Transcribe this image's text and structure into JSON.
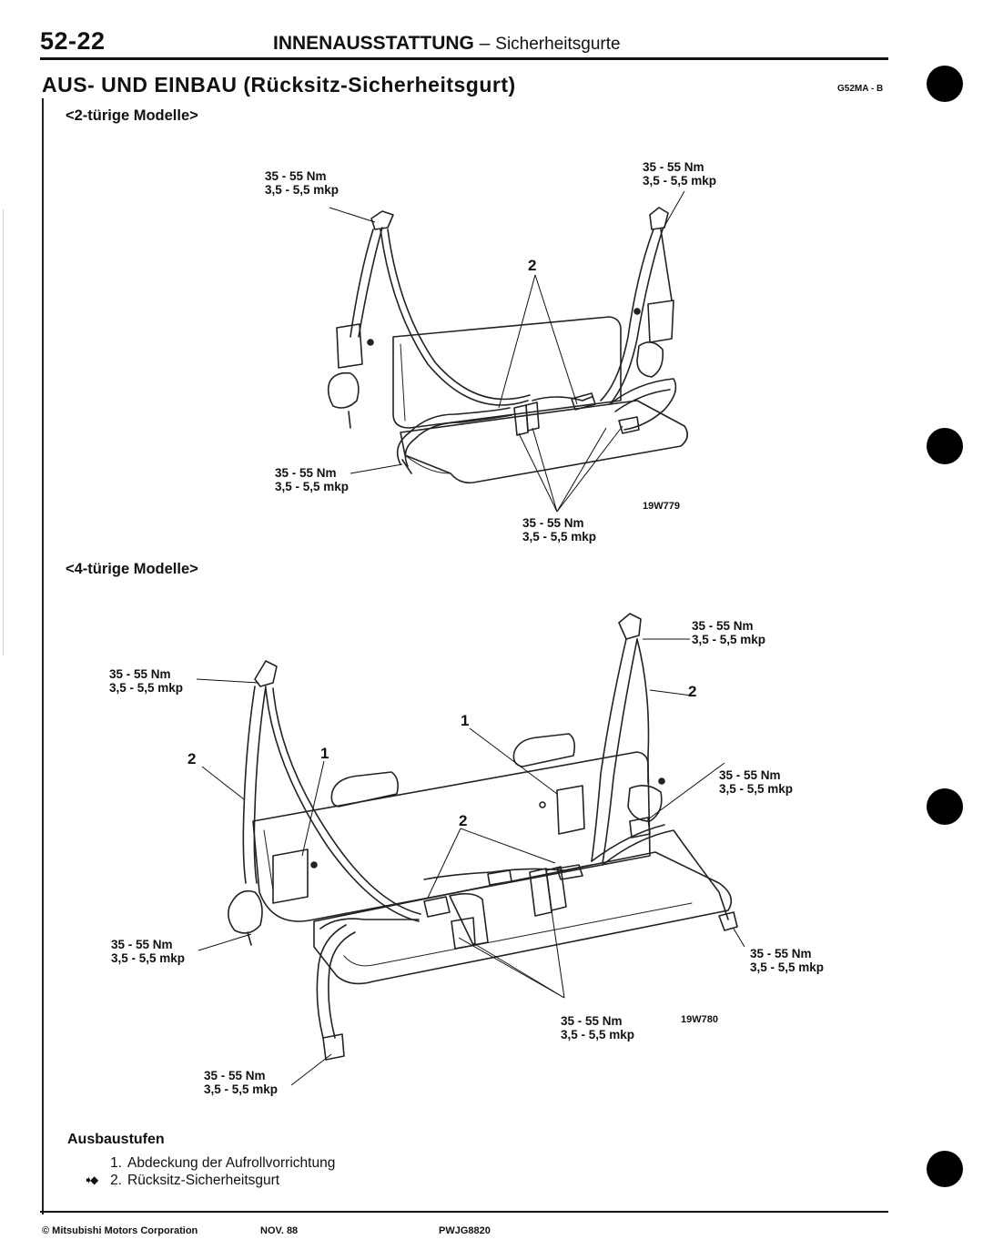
{
  "header": {
    "page_number": "52-22",
    "title": "INNENAUSSTATTUNG",
    "separator": "–",
    "subtitle": "Sicherheitsgurte"
  },
  "section": {
    "title": "AUS- UND EINBAU (Rücksitz-Sicherheitsgurt)",
    "code": "G52MA - B"
  },
  "figure1": {
    "heading": "<2-türige Modelle>",
    "fig_id": "19W779",
    "callout_2": "2",
    "torque": "35 - 55 Nm",
    "torque_alt": "3,5 - 5,5 mkp"
  },
  "figure2": {
    "heading": "<4-türige Modelle>",
    "fig_id": "19W780",
    "callout_1": "1",
    "callout_2": "2",
    "torque": "35 - 55 Nm",
    "torque_alt": "3,5 - 5,5 mkp"
  },
  "steps": {
    "heading": "Ausbaustufen",
    "items": [
      {
        "number": "1.",
        "text": "Abdeckung der Aufrollvorrichtung",
        "marker": ""
      },
      {
        "number": "2.",
        "text": "Rücksitz-Sicherheitsgurt",
        "marker": "➧◆"
      }
    ]
  },
  "footer": {
    "copyright": "© Mitsubishi Motors Corporation",
    "date": "NOV. 88",
    "doc_code": "PWJG8820"
  }
}
